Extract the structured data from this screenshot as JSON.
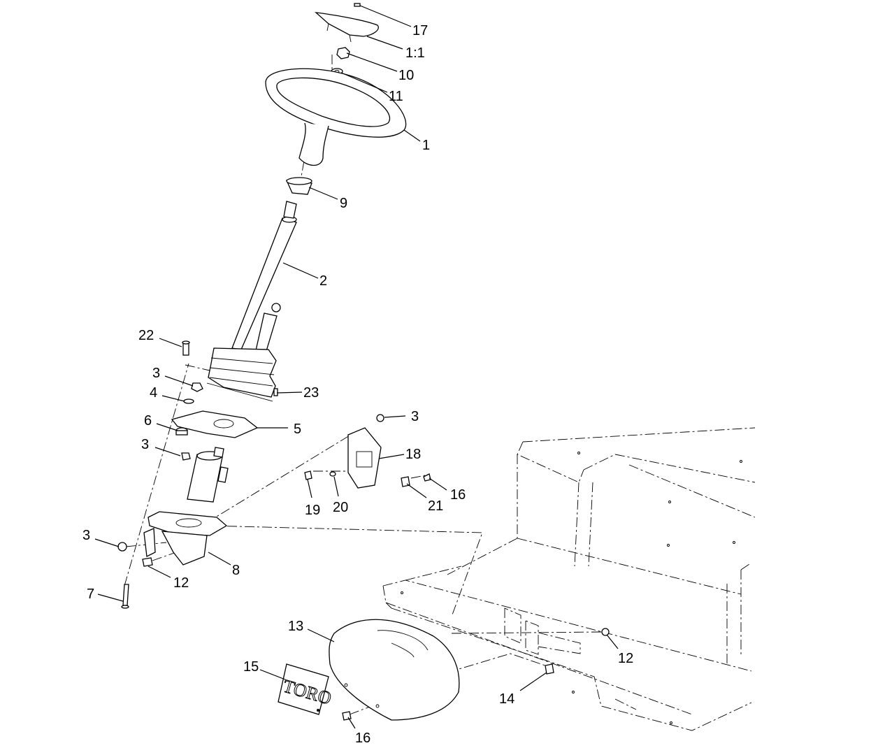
{
  "callouts": [
    {
      "id": "c17",
      "text": "17"
    },
    {
      "id": "c1_1",
      "text": "1:1"
    },
    {
      "id": "c10",
      "text": "10"
    },
    {
      "id": "c11",
      "text": "11"
    },
    {
      "id": "c1",
      "text": "1"
    },
    {
      "id": "c9",
      "text": "9"
    },
    {
      "id": "c2",
      "text": "2"
    },
    {
      "id": "c22",
      "text": "22"
    },
    {
      "id": "c3a",
      "text": "3"
    },
    {
      "id": "c23",
      "text": "23"
    },
    {
      "id": "c4",
      "text": "4"
    },
    {
      "id": "c6",
      "text": "6"
    },
    {
      "id": "c5",
      "text": "5"
    },
    {
      "id": "c3b",
      "text": "3"
    },
    {
      "id": "c3c",
      "text": "3"
    },
    {
      "id": "c18",
      "text": "18"
    },
    {
      "id": "c16a",
      "text": "16"
    },
    {
      "id": "c19",
      "text": "19"
    },
    {
      "id": "c20",
      "text": "20"
    },
    {
      "id": "c21",
      "text": "21"
    },
    {
      "id": "c3d",
      "text": "3"
    },
    {
      "id": "c8",
      "text": "8"
    },
    {
      "id": "c12a",
      "text": "12"
    },
    {
      "id": "c7",
      "text": "7"
    },
    {
      "id": "c13",
      "text": "13"
    },
    {
      "id": "c15",
      "text": "15"
    },
    {
      "id": "c12b",
      "text": "12"
    },
    {
      "id": "c14",
      "text": "14"
    },
    {
      "id": "c16b",
      "text": "16"
    }
  ],
  "logo_text": "TORO"
}
